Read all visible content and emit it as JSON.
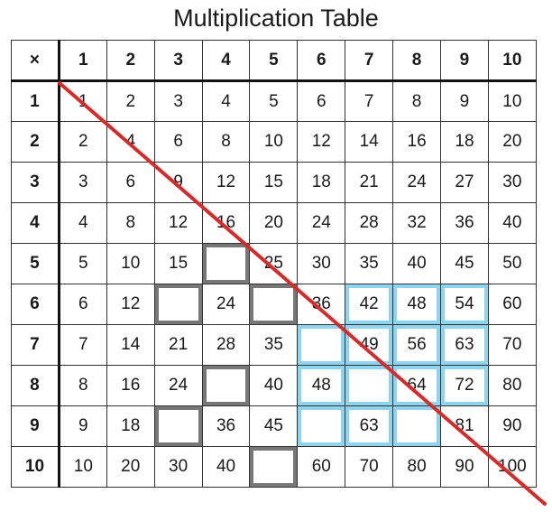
{
  "title": "Multiplication Table",
  "corner_symbol": "×",
  "column_headers": [
    "1",
    "2",
    "3",
    "4",
    "5",
    "6",
    "7",
    "8",
    "9",
    "10"
  ],
  "rows": [
    {
      "header": "1",
      "cells": [
        "1",
        "2",
        "3",
        "4",
        "5",
        "6",
        "7",
        "8",
        "9",
        "10"
      ]
    },
    {
      "header": "2",
      "cells": [
        "2",
        "4",
        "6",
        "8",
        "10",
        "12",
        "14",
        "16",
        "18",
        "20"
      ]
    },
    {
      "header": "3",
      "cells": [
        "3",
        "6",
        "9",
        "12",
        "15",
        "18",
        "21",
        "24",
        "27",
        "30"
      ]
    },
    {
      "header": "4",
      "cells": [
        "4",
        "8",
        "12",
        "16",
        "20",
        "24",
        "28",
        "32",
        "36",
        "40"
      ]
    },
    {
      "header": "5",
      "cells": [
        "5",
        "10",
        "15",
        "",
        "25",
        "30",
        "35",
        "40",
        "45",
        "50"
      ]
    },
    {
      "header": "6",
      "cells": [
        "6",
        "12",
        "",
        "24",
        "",
        "36",
        "42",
        "48",
        "54",
        "60"
      ]
    },
    {
      "header": "7",
      "cells": [
        "7",
        "14",
        "21",
        "28",
        "35",
        "",
        "49",
        "56",
        "63",
        "70"
      ]
    },
    {
      "header": "8",
      "cells": [
        "8",
        "16",
        "24",
        "",
        "40",
        "48",
        "",
        "64",
        "72",
        "80"
      ]
    },
    {
      "header": "9",
      "cells": [
        "9",
        "18",
        "",
        "36",
        "45",
        "",
        "63",
        "",
        "81",
        "90"
      ]
    },
    {
      "header": "10",
      "cells": [
        "10",
        "20",
        "30",
        "40",
        "",
        "60",
        "70",
        "80",
        "90",
        "100"
      ]
    }
  ],
  "colors": {
    "diagonal_line": "#d62b2b",
    "grey_highlight": "#777777",
    "blue_highlight": "#8fd4ef"
  },
  "grey_highlighted_cells": [
    [
      5,
      4
    ],
    [
      6,
      3
    ],
    [
      6,
      5
    ],
    [
      8,
      4
    ],
    [
      9,
      3
    ],
    [
      10,
      5
    ]
  ],
  "blue_highlighted_cells": [
    [
      6,
      7
    ],
    [
      6,
      8
    ],
    [
      6,
      9
    ],
    [
      7,
      6
    ],
    [
      7,
      7
    ],
    [
      7,
      8
    ],
    [
      7,
      9
    ],
    [
      8,
      6
    ],
    [
      8,
      7
    ],
    [
      8,
      8
    ],
    [
      8,
      9
    ],
    [
      9,
      6
    ],
    [
      9,
      7
    ],
    [
      9,
      8
    ]
  ]
}
